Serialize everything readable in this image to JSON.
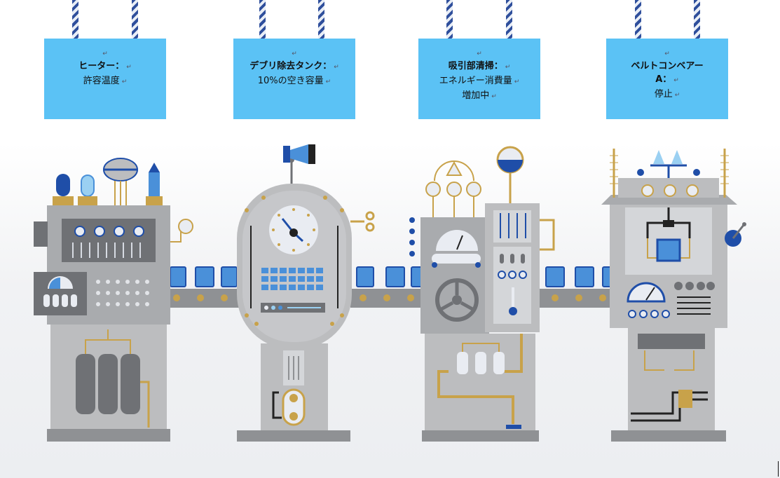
{
  "colors": {
    "sign": "#5bc2f5",
    "machine": "#bcbdbf",
    "machine_dark": "#8f9194",
    "accent_blue": "#1f4ea8",
    "box_blue": "#4a90d9",
    "gold": "#c8a24a"
  },
  "signs": [
    {
      "title": "ヒーター：",
      "lines": [
        "許容温度"
      ]
    },
    {
      "title": "デブリ除去タンク：",
      "lines": [
        "10%の空き容量"
      ]
    },
    {
      "title": "吸引部清掃：",
      "lines": [
        "エネルギー消費量",
        "増加中"
      ]
    },
    {
      "title": "ベルトコンベアー",
      "lines": [
        "A：",
        "停止"
      ]
    }
  ],
  "paragraph_mark": "↵",
  "machines": [
    {
      "name": "heater-machine"
    },
    {
      "name": "debris-tank-machine"
    },
    {
      "name": "suction-cleaner-machine"
    },
    {
      "name": "conveyor-control-machine"
    }
  ]
}
